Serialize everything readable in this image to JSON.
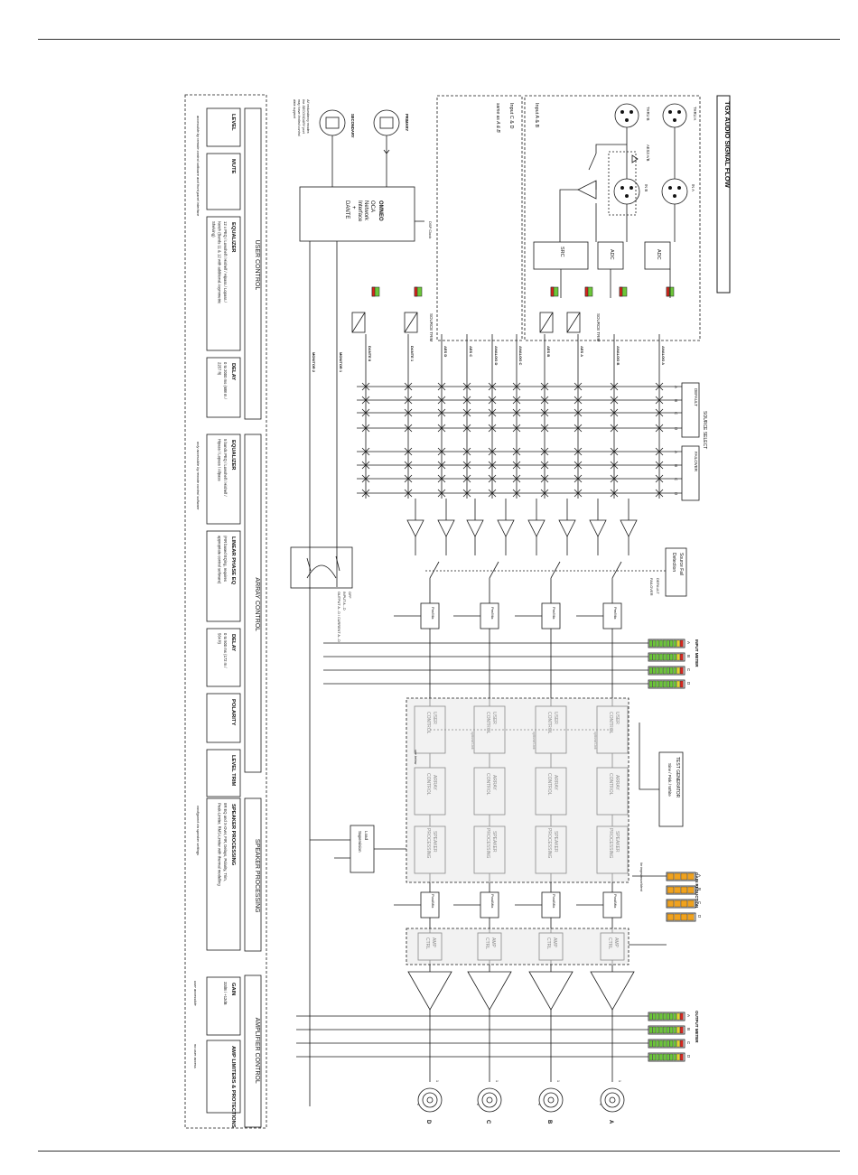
{
  "title": "TGX   AUDIO SIGNAL FLOW",
  "inputs": {
    "ab_group": "Input A & B",
    "cd_group": "Input C & D",
    "cd_note": "same as A & B",
    "thru_a": "THRU A",
    "thru_b": "THRU B",
    "in_a": "IN A",
    "in_b": "IN B",
    "aes_ab": "AES3 A/B",
    "src": "SRC",
    "adc": "ADC",
    "source_trim": "SOURCE TRIM",
    "channels": [
      "ANALOG A",
      "ANALOG B",
      "AES A",
      "AES B",
      "ANALOG C",
      "ANALOG D",
      "AES C",
      "AES D",
      "DANTE 1",
      "DANTE 8"
    ]
  },
  "network": {
    "block_lines": [
      "OMNEO",
      "OCA",
      "Network",
      "Interface",
      "+",
      "DANTE"
    ],
    "dsp_clock": "DSP Clock",
    "primary": "PRIMARY",
    "secondary": "SECONDARY",
    "note": [
      "All redundancy modes",
      "the SECONDARY port",
      "may have limited control",
      "data support"
    ],
    "monitor1": "MONITOR 1",
    "monitor2": "MONITOR 2"
  },
  "source_select": {
    "title": "SOURCE SELECT",
    "default": "DEFAULT",
    "failover": "FAILOVER",
    "letters": [
      "A",
      "B",
      "C",
      "D"
    ]
  },
  "failover": {
    "detection": [
      "Source Fail",
      "Detection"
    ],
    "label": [
      "DEFAULT",
      "FAILOVER"
    ]
  },
  "monitor_switch": {
    "off": "OFF",
    "input": "INPUT A...D",
    "output": "OUTPUT A...D / CURRENT A...D"
  },
  "channel_blocks": {
    "pre_mix": "Pre/Mix",
    "post_mix": "Post/Mix",
    "user_control": "USER CONTROL",
    "array_control": "ARRAY CONTROL",
    "speaker_processing": "SPEAKER PROCESSING",
    "amp_ctrl": "AMP CTRL",
    "optional_link": "optional Link",
    "see_below": "see below",
    "for_impedance": "for impedance/Ident",
    "load_supervision": [
      "Load",
      "Supervision"
    ]
  },
  "test_generator": {
    "title": "TEST GENERATOR",
    "sub": "Sine / Pink / White"
  },
  "meters": {
    "input": "INPUT METER",
    "gain_reduction": "GAIN REDUCTION",
    "output": "OUTPUT METER",
    "letters": [
      "A",
      "B",
      "C",
      "D"
    ]
  },
  "outputs": {
    "letters": [
      "A",
      "B",
      "C",
      "D"
    ],
    "pins": [
      "1",
      "2"
    ]
  },
  "sections": [
    {
      "title": "USER CONTROL",
      "note": "accessible by remote control software and front panel interface",
      "blocks": [
        {
          "title": "LEVEL",
          "desc": ""
        },
        {
          "title": "MUTE",
          "desc": ""
        },
        {
          "title": "EQUALIZER",
          "desc": "12 x PEQ / Lowshelf / Hishelf / Hipass / Lopass / Notch (Bands 11 & 12 with additional Asymmetric Shelving)"
        },
        {
          "title": "DELAY",
          "desc": "0 to 2000 ms (688 m / 2257 ft)"
        }
      ]
    },
    {
      "title": "ARRAY CONTROL",
      "note": "only accessible by remote control software",
      "blocks": [
        {
          "title": "EQUALIZER",
          "desc": "5 bands PEQ / Lowshelf / Hishelf / Hipass / Lopass / Allpass"
        },
        {
          "title": "LINEAR PHASE EQ",
          "desc": "(FIR based EQing, requires appropriate control software)"
        },
        {
          "title": "DELAY",
          "desc": "0 to 500 ms (172 m / 564 ft)"
        },
        {
          "title": "POLARITY",
          "desc": ""
        },
        {
          "title": "LEVEL TRIM",
          "desc": ""
        }
      ]
    },
    {
      "title": "SPEAKER PROCESSING",
      "note": "configured via speaker settings",
      "blocks": [
        {
          "title": "SPEAKER PROCESSING",
          "desc": "IIR EQ and X-Over, FIR, Delays, Polarity, Trim, Peak-Limiter, RMS-Limiter with thermal modelling"
        }
      ]
    },
    {
      "title": "AMPLIFIER CONTROL",
      "note": "",
      "blocks": [
        {
          "title": "GAIN",
          "desc": "32dB / +12dB",
          "note": "user accessible"
        },
        {
          "title": "AMP LIMITERS & PROTECTIONS",
          "desc": "",
          "note": "no user access"
        }
      ]
    }
  ],
  "colors": {
    "meter_green": "#6cc63a",
    "meter_yellow": "#e8d62b",
    "meter_red": "#d8261d",
    "gain_orange": "#f0a21e",
    "line": "#1a1a1a"
  }
}
